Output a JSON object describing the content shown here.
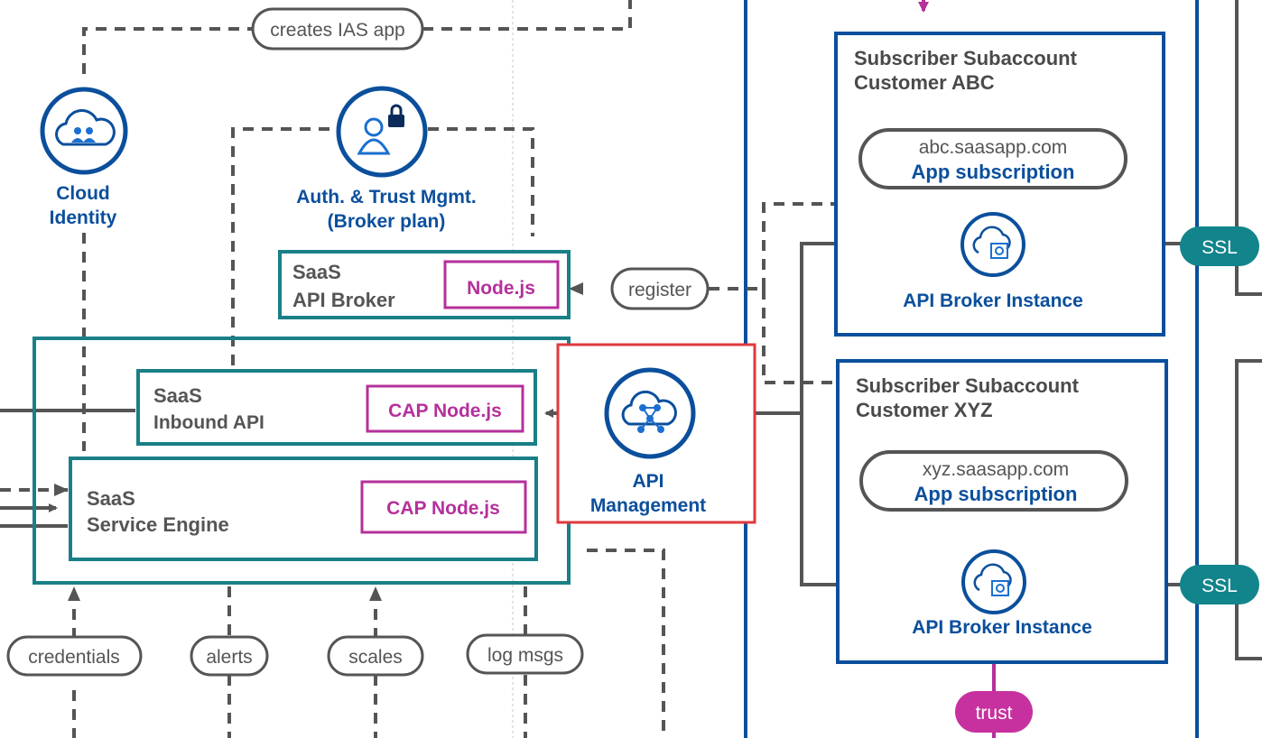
{
  "pills": {
    "creates_ias": "creates IAS app",
    "register": "register",
    "credentials": "credentials",
    "alerts": "alerts",
    "scales": "scales",
    "log_msgs": "log msgs"
  },
  "nodes": {
    "cloud_identity": [
      "Cloud",
      "Identity"
    ],
    "auth_trust": [
      "Auth. & Trust Mgmt.",
      "(Broker plan)"
    ],
    "api_management": [
      "API",
      "Management"
    ]
  },
  "boxes": {
    "api_broker": {
      "line1": "SaaS",
      "line2": "API Broker",
      "tech": "Node.js"
    },
    "inbound_api": {
      "line1": "SaaS",
      "line2": "Inbound API",
      "tech": "CAP Node.js"
    },
    "service_engine": {
      "line1": "SaaS",
      "line2": "Service Engine",
      "tech": "CAP Node.js"
    }
  },
  "subaccounts": [
    {
      "title1": "Subscriber Subaccount",
      "title2": "Customer ABC",
      "url": "abc.saasapp.com",
      "subscription": "App subscription",
      "broker": "API Broker Instance"
    },
    {
      "title1": "Subscriber Subaccount",
      "title2": "Customer XYZ",
      "url": "xyz.saasapp.com",
      "subscription": "App subscription",
      "broker": "API Broker Instance"
    }
  ],
  "badges": {
    "ssl_top": "SSL",
    "ssl_bottom": "SSL",
    "trust": "trust"
  },
  "colors": {
    "teal": "#1a7f86",
    "blue": "#0b4f9c",
    "magenta": "#b5309b",
    "gray": "#555555",
    "ssl": "#12848b",
    "highlight": "#e0393e"
  }
}
